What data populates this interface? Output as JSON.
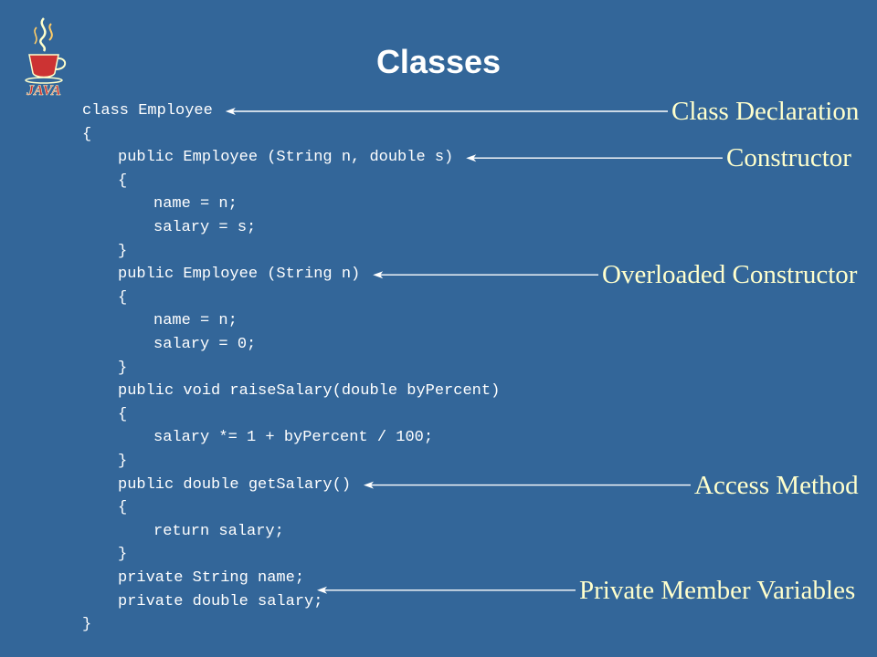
{
  "slide": {
    "title": "Classes",
    "logo_text": "JAVA"
  },
  "code_lines": [
    {
      "indent": 0,
      "text": "class Employee"
    },
    {
      "indent": 0,
      "text": "{"
    },
    {
      "indent": 1,
      "text": "public Employee (String n, double s)"
    },
    {
      "indent": 1,
      "text": "{"
    },
    {
      "indent": 2,
      "text": "name = n;"
    },
    {
      "indent": 2,
      "text": "salary = s;"
    },
    {
      "indent": 1,
      "text": "}"
    },
    {
      "indent": 1,
      "text": "public Employee (String n)"
    },
    {
      "indent": 1,
      "text": "{"
    },
    {
      "indent": 2,
      "text": "name = n;"
    },
    {
      "indent": 2,
      "text": "salary = 0;"
    },
    {
      "indent": 1,
      "text": "}"
    },
    {
      "indent": 1,
      "text": "public void raiseSalary(double byPercent)"
    },
    {
      "indent": 1,
      "text": "{"
    },
    {
      "indent": 2,
      "text": "salary *= 1 + byPercent / 100;"
    },
    {
      "indent": 1,
      "text": "}"
    },
    {
      "indent": 1,
      "text": "public double getSalary()"
    },
    {
      "indent": 1,
      "text": "{"
    },
    {
      "indent": 2,
      "text": "return salary;"
    },
    {
      "indent": 1,
      "text": "}"
    },
    {
      "indent": 1,
      "text": "private String name;"
    },
    {
      "indent": 1,
      "text": "private double salary;"
    },
    {
      "indent": 0,
      "text": "}"
    }
  ],
  "annotations": [
    {
      "name": "class-declaration",
      "label": "Class Declaration",
      "line": 0
    },
    {
      "name": "constructor",
      "label": "Constructor",
      "line": 2
    },
    {
      "name": "overloaded-constructor",
      "label": "Overloaded Constructor",
      "line": 7
    },
    {
      "name": "access-method",
      "label": "Access Method",
      "line": 16
    },
    {
      "name": "private-member-variables",
      "label": "Private Member Variables",
      "line": 20.5
    }
  ],
  "colors": {
    "background": "#336699",
    "code_text": "#ffffff",
    "label_text": "#ffffcc",
    "arrow": "#ffffff"
  }
}
